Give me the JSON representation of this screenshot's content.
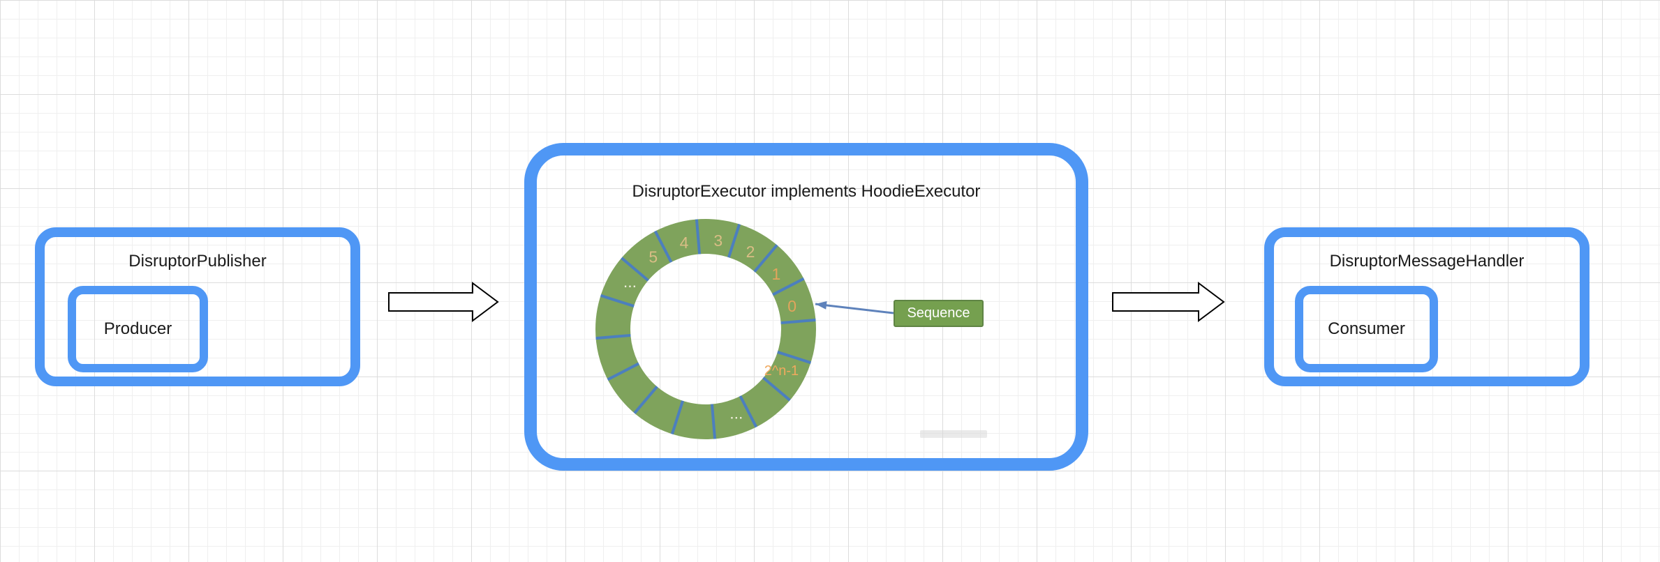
{
  "publisher": {
    "title": "DisruptorPublisher",
    "producer_label": "Producer"
  },
  "executor": {
    "title": "DisruptorExecutor implements HoodieExecutor",
    "sequence_label": "Sequence",
    "ring": {
      "segments": 16,
      "ring_color": "#7fa35c",
      "divider_color": "#4c7fbe",
      "label_radius": 128,
      "label_size": 23,
      "slots": [
        {
          "text": "5",
          "angle": -126,
          "color": "#d9bd85"
        },
        {
          "text": "4",
          "angle": -104,
          "color": "#d9bd85"
        },
        {
          "text": "3",
          "angle": -82,
          "color": "#d9bd85"
        },
        {
          "text": "2",
          "angle": -60,
          "color": "#d9bd85"
        },
        {
          "text": "1",
          "angle": -38,
          "color": "#e2a45c"
        },
        {
          "text": "0",
          "angle": -15,
          "color": "#e2a45c"
        },
        {
          "text": "...",
          "angle": -148,
          "color": "#f2efdf"
        },
        {
          "text": "...",
          "angle": 70,
          "color": "#f2efdf"
        },
        {
          "text": "2^n-1",
          "angle": 29,
          "radius": 124,
          "size": 20,
          "color": "#f0a95e"
        }
      ]
    }
  },
  "handler": {
    "title": "DisruptorMessageHandler",
    "consumer_label": "Consumer"
  },
  "colors": {
    "box_border_blue": "#4f97f5",
    "ring_green": "#7fa35c",
    "sequence_green": "#75a04f",
    "pointer_blue": "#5e82bb",
    "flow_arrow_fill": "#ffffff",
    "flow_arrow_stroke": "#000000"
  }
}
